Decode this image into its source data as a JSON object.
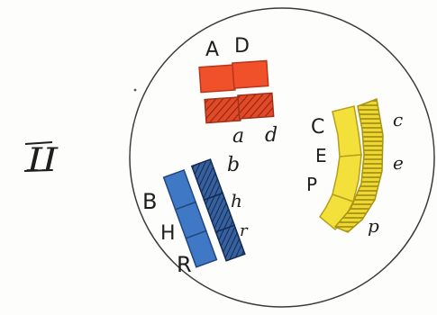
{
  "figure_label": "II",
  "colors": {
    "circle": "#3a3a3a",
    "red": "#f0502a",
    "red_dark": "#c93c22",
    "blue": "#3f78c4",
    "blue_dark": "#1f3f73",
    "yellow": "#f4e03a",
    "yellow_dark": "#c8b420",
    "ink": "#1e1e1e"
  },
  "red_pair": {
    "upper": [
      "A",
      "D"
    ],
    "lower": [
      "a",
      "d"
    ]
  },
  "yellow_pair": {
    "outer": [
      "C",
      "E",
      "P"
    ],
    "inner": [
      "c",
      "e",
      "p"
    ]
  },
  "blue_pair": {
    "left": [
      "B",
      "H",
      "R"
    ],
    "right": [
      "b",
      "h",
      "r"
    ]
  }
}
